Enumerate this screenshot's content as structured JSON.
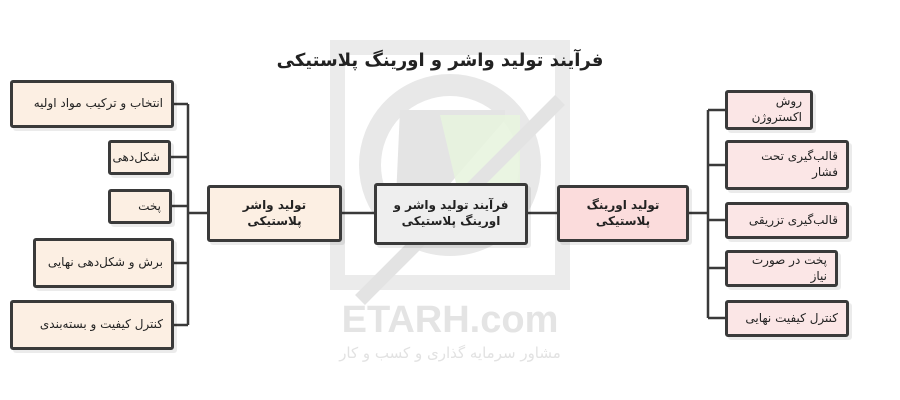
{
  "diagram": {
    "title": "فرآیند تولید واشر و اورینگ پلاستیکی",
    "center": "فرآیند تولید واشر و اورینگ پلاستیکی",
    "left_branch": {
      "label": "تولید واشر پلاستیکی",
      "items": [
        "انتخاب و ترکیب مواد اولیه",
        "شکل‌دهی",
        "پخت",
        "برش و شکل‌دهی نهایی",
        "کنترل کیفیت و بسته‌بندی"
      ]
    },
    "right_branch": {
      "label": "تولید اورینگ پلاستیکی",
      "items": [
        "روش اکستروژن",
        "قالب‌گیری تحت فشار",
        "قالب‌گیری تزریقی",
        "پخت در صورت نیاز",
        "کنترل کیفیت نهایی"
      ]
    }
  },
  "watermark": {
    "brand": "ETARH.com",
    "tagline": "مشاور سرمایه گذاری و کسب و کار"
  },
  "colors": {
    "border": "#3a3a3a",
    "left_fill": "#fcefe3",
    "right_fill": "#fbe6e6",
    "hub_fill": "#eeeeee",
    "watermark_gray": "#e4e4e4",
    "watermark_green": "#e6f3dc"
  }
}
